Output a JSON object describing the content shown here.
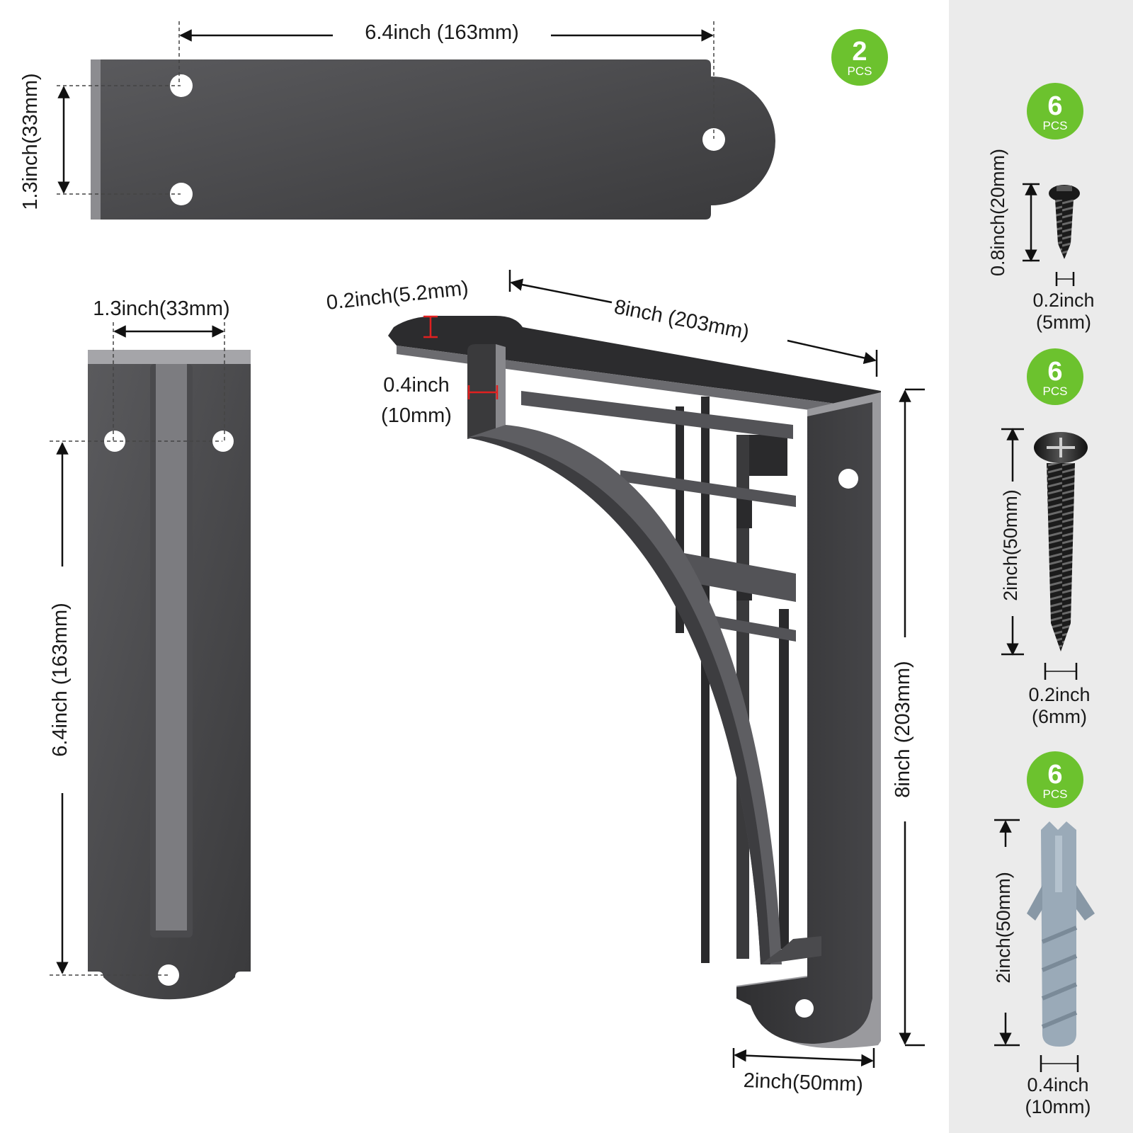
{
  "colors": {
    "metal_dark": "#3d3d3f",
    "metal_mid": "#58585b",
    "metal_light": "#8c8c90",
    "badge_green": "#6cc22e",
    "anchor_gray": "#9aaab8",
    "panel_bg": "#ebebeb"
  },
  "top_view": {
    "width_label": "6.4inch (163mm)",
    "height_label": "1.3inch(33mm)",
    "badge": {
      "count": "2",
      "unit": "PCS"
    }
  },
  "side_view": {
    "width_label": "1.3inch(33mm)",
    "length_label": "6.4inch (163mm)"
  },
  "main_view": {
    "thickness_label": "0.2inch(5.2mm)",
    "depth_label": "8inch (203mm)",
    "arm_label_line1": "0.4inch",
    "arm_label_line2": "(10mm)",
    "height_label": "8inch (203mm)",
    "width_label": "2inch(50mm)"
  },
  "hardware": {
    "short_screw": {
      "badge": {
        "count": "6",
        "unit": "PCS"
      },
      "icon": "short-screw-icon",
      "length_label": "0.8inch(20mm)",
      "dia_line1": "0.2inch",
      "dia_line2": "(5mm)"
    },
    "long_screw": {
      "badge": {
        "count": "6",
        "unit": "PCS"
      },
      "icon": "long-screw-icon",
      "length_label": "2inch(50mm)",
      "dia_line1": "0.2inch",
      "dia_line2": "(6mm)"
    },
    "anchor": {
      "badge": {
        "count": "6",
        "unit": "PCS"
      },
      "icon": "wall-anchor-icon",
      "length_label": "2inch(50mm)",
      "dia_line1": "0.4inch",
      "dia_line2": "(10mm)"
    }
  }
}
